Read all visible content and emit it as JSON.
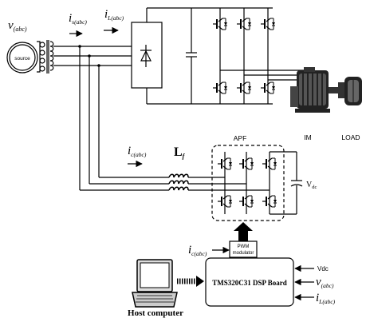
{
  "labels": {
    "v_abc": {
      "main": "v",
      "sub": "(abc)"
    },
    "source": "source",
    "is_abc": {
      "main": "i",
      "sub": "s(abc)"
    },
    "iL_abc": {
      "main": "i",
      "sub": "L(abc)"
    },
    "ic_abc": {
      "main": "i",
      "sub": "c(abc)"
    },
    "Lf": {
      "main": "L",
      "sub": "f"
    },
    "apf": "APF",
    "vdc": {
      "main": "V",
      "sub": "dc"
    },
    "im": "IM",
    "load": "LOAD",
    "pwm_line1": "PWM",
    "pwm_line2": "modulator",
    "ic_abc_ref": {
      "main": "i",
      "sub": "c(abc)"
    },
    "dsp_board": "TMS320C31 DSP Board",
    "in_vdc": "Vdc",
    "in_v_abc": {
      "main": "v",
      "sub": "(abc)"
    },
    "in_iL_abc": {
      "main": "i",
      "sub": "L(abc)"
    },
    "host_computer": "Host computer"
  }
}
